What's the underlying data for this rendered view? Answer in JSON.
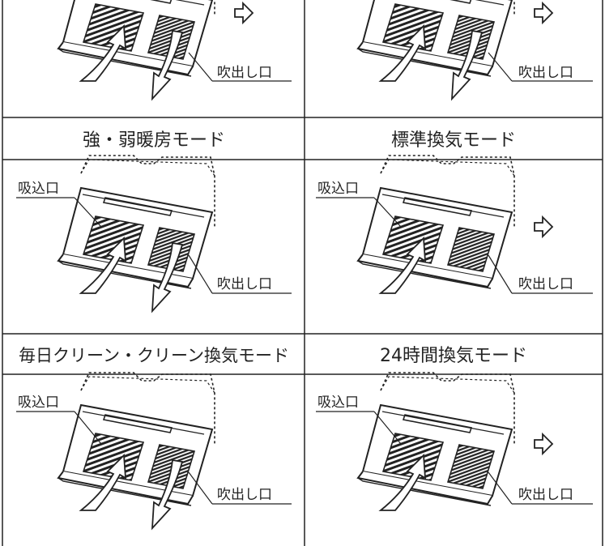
{
  "labels": {
    "intake": "吸込口",
    "outlet": "吹出し口"
  },
  "panels": [
    {
      "mode": "",
      "intake_label_shown": false,
      "second_arrow": "down"
    },
    {
      "mode": "",
      "intake_label_shown": false,
      "second_arrow": "down"
    },
    {
      "mode": "強・弱暖房モード",
      "intake_label_shown": true,
      "second_arrow": "down"
    },
    {
      "mode": "標準換気モード",
      "intake_label_shown": true,
      "second_arrow": "none"
    },
    {
      "mode": "毎日クリーン・クリーン換気モード",
      "intake_label_shown": true,
      "second_arrow": "down"
    },
    {
      "mode": "24時間換気モード",
      "intake_label_shown": true,
      "second_arrow": "none"
    }
  ],
  "right_exhaust_arrow": [
    true,
    true,
    false,
    true,
    false,
    true
  ]
}
